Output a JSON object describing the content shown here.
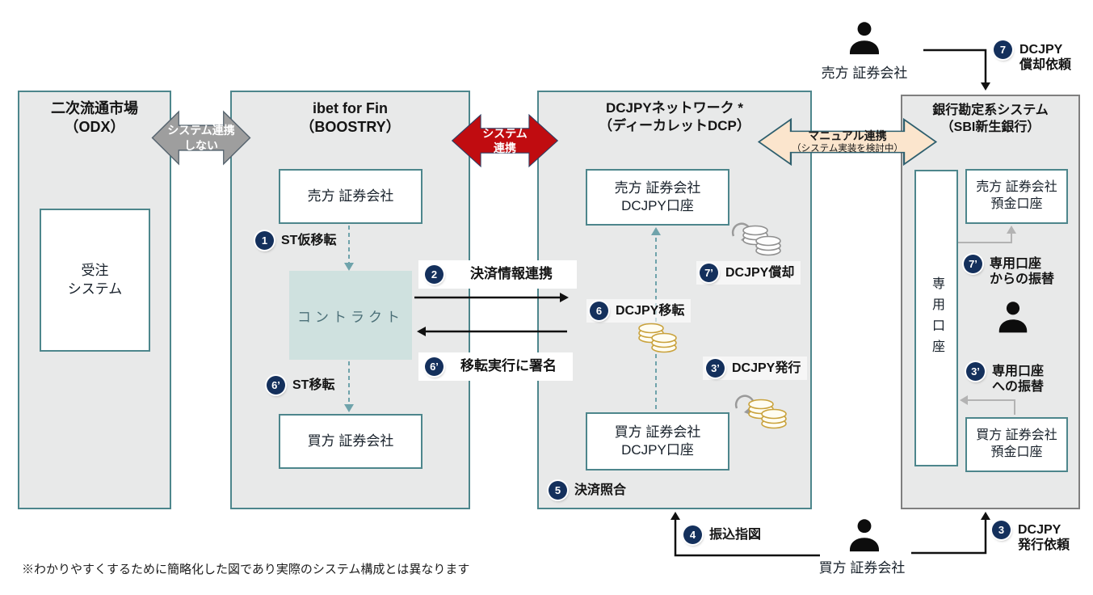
{
  "boxes": {
    "odx": {
      "title1": "二次流通市場",
      "title2": "（ODX）",
      "order1": "受注",
      "order2": "システム"
    },
    "ibet": {
      "title1": "ibet for Fin",
      "title2": "（BOOSTRY）",
      "seller": "売方 証券会社",
      "contract": "コントラクト",
      "buyer": "買方 証券会社"
    },
    "dcjpy": {
      "title1": "DCJPYネットワーク *",
      "title2": "（ディーカレットDCP）",
      "seller1": "売方 証券会社",
      "seller2": "DCJPY口座",
      "buyer1": "買方 証券会社",
      "buyer2": "DCJPY口座"
    },
    "bank": {
      "title1": "銀行勘定系システム",
      "title2": "（SBI新生銀行）",
      "dedicated": "専用口座",
      "seller1": "売方 証券会社",
      "seller2": "預金口座",
      "buyer1": "買方 証券会社",
      "buyer2": "預金口座"
    }
  },
  "connectors": {
    "none": {
      "line1": "システム連携",
      "line2": "しない"
    },
    "system": {
      "line1": "システム",
      "line2": "連携"
    },
    "manual": {
      "line1": "マニュアル連携",
      "line2": "（システム実装を検討中）"
    }
  },
  "actors": {
    "seller": "売方 証券会社",
    "buyer": "買方 証券会社"
  },
  "steps": {
    "s1": {
      "num": "1",
      "label": "ST仮移転"
    },
    "s2": {
      "num": "2",
      "label": "決済情報連携"
    },
    "s3": {
      "num": "3",
      "label1": "DCJPY",
      "label2": "発行依頼"
    },
    "s3p_issue": {
      "num": "3’",
      "label": "DCJPY発行"
    },
    "s3p_transfer": {
      "num": "3’",
      "label1": "専用口座",
      "label2": "への振替"
    },
    "s4": {
      "num": "4",
      "label": "振込指図"
    },
    "s5": {
      "num": "5",
      "label": "決済照合"
    },
    "s6": {
      "num": "6",
      "label": "DCJPY移転"
    },
    "s6p_st": {
      "num": "6’",
      "label": "ST移転"
    },
    "s6p_sign": {
      "num": "6’",
      "label": "移転実行に署名"
    },
    "s7": {
      "num": "7",
      "label1": "DCJPY",
      "label2": "償却依頼"
    },
    "s7p_redeem": {
      "num": "7’",
      "label": "DCJPY償却"
    },
    "s7p_transfer": {
      "num": "7’",
      "label1": "専用口座",
      "label2": "からの振替"
    }
  },
  "footer": {
    "note": "※わかりやすくするために簡略化した図であり実際のシステム構成とは異なります"
  },
  "colors": {
    "box_fill": "#e8e9e9",
    "teal_border": "#4d868c",
    "bank_border": "#7f7f7f",
    "contract_fill": "#cfe1df",
    "badge_navy": "#14305c",
    "red_arrow": "#c00c10",
    "gray_arrow": "#9e9e9e",
    "manual_fill": "#fbe5cd",
    "dashed_teal": "#6fa3ab",
    "gold_coin": "#c9a23c",
    "gray_coin": "#8f8f8f"
  }
}
